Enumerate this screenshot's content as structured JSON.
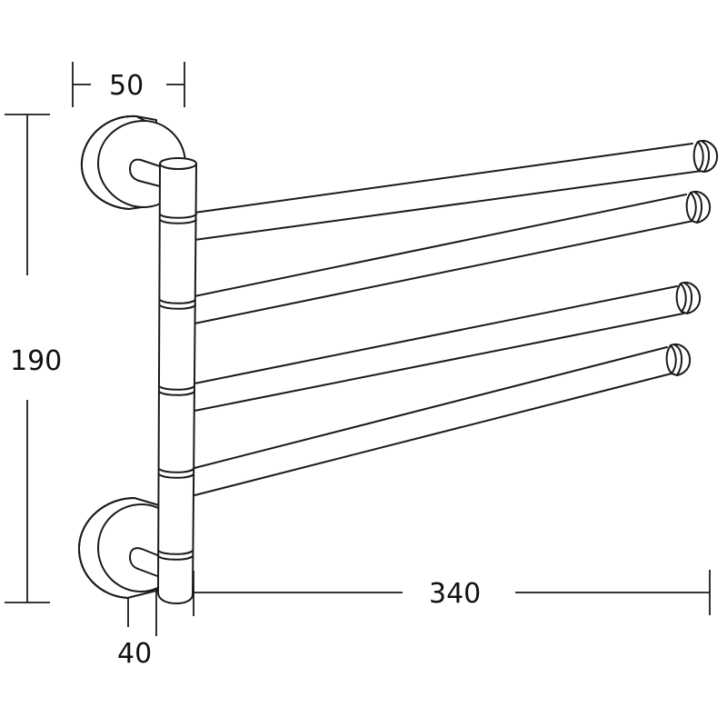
{
  "drawing": {
    "subject": "Swivel towel rail, 4 arms, wall-mounted on two round rosettes",
    "line_color": "#1a1a1a",
    "background": "#ffffff",
    "arm_count": 4
  },
  "dimensions": {
    "width_top": {
      "value": "50",
      "meaning": "wall plate to pivot column depth"
    },
    "height": {
      "value": "190",
      "meaning": "overall height between rosettes"
    },
    "bottom_offset": {
      "value": "40",
      "meaning": "rosette bracket offset"
    },
    "arm_length": {
      "value": "340",
      "meaning": "arm length from column"
    }
  }
}
